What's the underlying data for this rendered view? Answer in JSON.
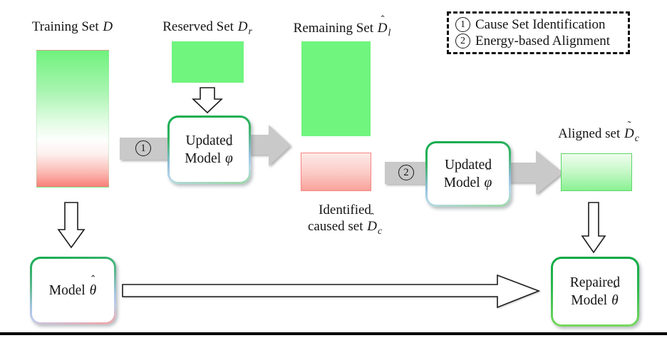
{
  "legend": {
    "items": [
      {
        "num": "1",
        "text": "Cause Set Identification"
      },
      {
        "num": "2",
        "text": "Energy-based Alignment"
      }
    ]
  },
  "steps": {
    "one": "1",
    "two": "2"
  },
  "labels": {
    "training": {
      "prefix": "Training Set ",
      "symbol": "D"
    },
    "reserved": {
      "prefix": "Reserved Set ",
      "symbol": "D",
      "sub": "r"
    },
    "remaining": {
      "prefix": "Remaining Set ",
      "symbol": "D",
      "accent": "ˆ",
      "sub": "l"
    },
    "identified": {
      "line1": "Identified",
      "line2_prefix": "caused set ",
      "symbol": "D",
      "accent": "ˆ",
      "sub": "c"
    },
    "aligned": {
      "prefix": "Aligned set ",
      "symbol": "D",
      "accent": "˜",
      "sub": "c"
    }
  },
  "boxes": {
    "updated_model": {
      "line1": "Updated",
      "line2_prefix": "Model ",
      "symbol": "φ",
      "accent": "ˆ"
    },
    "model": {
      "prefix": "Model ",
      "symbol": "θ",
      "accent": "ˆ"
    },
    "repaired": {
      "line1": "Repaired",
      "line2_prefix": "Model ",
      "symbol": "θ",
      "accent": "˜"
    }
  },
  "colors": {
    "data_green": "#70f57e",
    "data_pink_light": "#fdeae8",
    "data_pink": "#f8a29b",
    "arrow_gray": "#c9c9c9",
    "border_green": "#10ac4b",
    "border_blue": "#a5c4e2",
    "border_pink": "#f2a3a3"
  }
}
